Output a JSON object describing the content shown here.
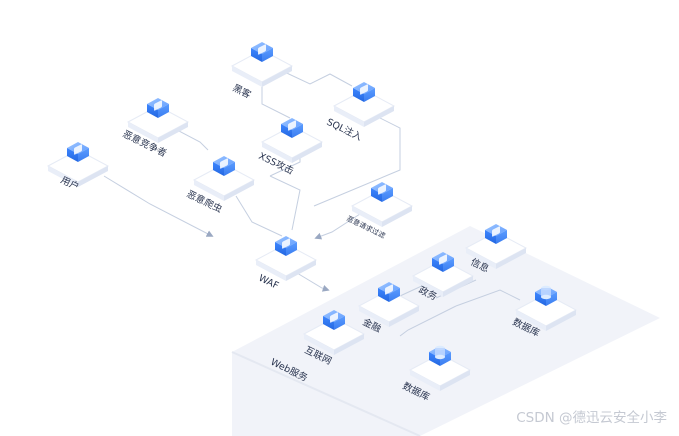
{
  "nodes": {
    "hacker": {
      "label": "黑客",
      "icon": "user-icon"
    },
    "sqli": {
      "label": "SQL注入",
      "icon": "database-attack-icon"
    },
    "bot": {
      "label": "恶意竞争者",
      "icon": "competitor-icon"
    },
    "xss": {
      "label": "XSS攻击",
      "icon": "code-attack-icon"
    },
    "crawler": {
      "label": "恶意爬虫",
      "icon": "crawler-icon"
    },
    "user": {
      "label": "用户",
      "icon": "user-icon"
    },
    "filter": {
      "label": "恶意请求过滤",
      "icon": "filter-icon"
    },
    "waf": {
      "label": "WAF",
      "icon": "firewall-icon"
    },
    "gov": {
      "label": "政务",
      "icon": "government-icon"
    },
    "news": {
      "label": "信息",
      "icon": "news-icon"
    },
    "finance": {
      "label": "金融",
      "icon": "finance-icon"
    },
    "internet": {
      "label": "互联网",
      "icon": "internet-icon"
    },
    "db1": {
      "label": "数据库",
      "icon": "database-icon"
    },
    "db2": {
      "label": "数据库",
      "icon": "database-icon"
    }
  },
  "platform_label": "Web服务",
  "watermark": "CSDN @德迅云安全小李",
  "colors": {
    "icon_blue": "#2f7cf6",
    "icon_light": "#7fb2ff",
    "tile_face": "#ffffff",
    "tile_side": "#e3e8f4",
    "line": "#c5cfe0",
    "arrow": "#9aa8c2",
    "platform": "#f1f3f9"
  }
}
